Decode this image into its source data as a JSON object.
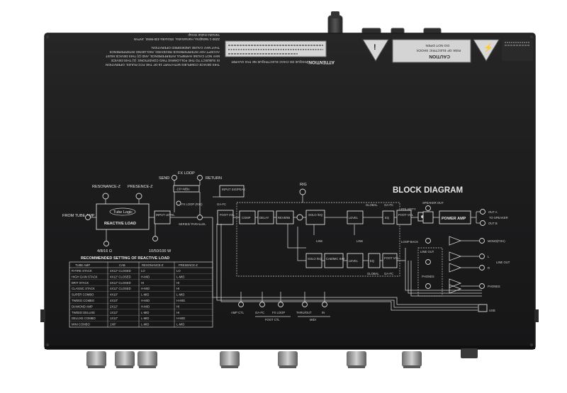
{
  "title": "BLOCK DIAGRAM",
  "attention": "ATTENTION:",
  "attention_text": "RISQUE DE CHOC ELECTRIQUE NE PAS OUVRIR",
  "caution": {
    "title": "CAUTION",
    "line1": "RISK OF ELECTRIC SHOCK",
    "line2": "DO NOT OPEN"
  },
  "fcc_text": [
    "THIS DEVICE COMPLIES WITH PART 15 OF THE FCC RULES. OPERATION",
    "IS SUBJECT TO THE FOLLOWING TWO CONDITIONS: (1) THIS DEVICE",
    "MAY NOT CAUSE HARMFUL INTERFERENCE, AND (2) THIS DEVICE MUST",
    "ACCEPT ANY INTERFERENCE RECEIVED, INCLUDING INTERFERENCE",
    "THAT MAY CAUSE UNDESIRED OPERATION."
  ],
  "address_text": [
    "2200-1 Nakajima, Hamamatsu, Shizuoka 430-8650, JAPAN",
    "Yamaha Guitar Group"
  ],
  "labels": {
    "resonance_z": "RESONANCE-Z",
    "presence_z": "PRESENCE-Z",
    "from_tube_amp": "FROM TUBE AMP",
    "tube_logic": "Tube Logic",
    "reactive_load": "REACTIVE LOAD",
    "ohms": "4/8/16 Ω",
    "input_level": "INPUT LEVEL",
    "send": "SEND",
    "fx_loop": "FX LOOP",
    "return": "RETURN",
    "db": "-10/+4dBu",
    "fx_loop_rig": "FX LOOP (RIG)",
    "series_parallel": "SERIES/ PARALLEL",
    "watts": "10/50/100 W",
    "input_sig_peak": "INPUT SIG/PEAK",
    "ga_fc": "GA-FC",
    "foot_vol": "FOOT VOL",
    "rig": "RIG",
    "comp": "COMP",
    "delay": "DELAY",
    "reverb": "REVERB",
    "solo_eq": "SOLO /EQ",
    "cab_mic_sim": "CAB/MIC SIM",
    "level": "LEVEL",
    "link": "LINK",
    "global": "GLOBAL",
    "eq": "EQ",
    "polarity": "POLARITY",
    "speaker_out": "SPEAKER OUT",
    "power_amp": "POWER AMP",
    "out_a": "OUT A",
    "out_b": "OUT B",
    "to_speaker": "TO SPEAKER",
    "loop_back": "LOOP BACK",
    "line_out": "LINE OUT",
    "mono": "MONO(FOH)",
    "l": "L",
    "r": "R",
    "phones": "PHONES",
    "usb": "USB",
    "amp_ctl": "AMP CTL",
    "fx_loop_ctl": "FX LOOP",
    "thru_out": "THRU/OUT",
    "in": "IN",
    "foot_ctl": "FOOT CTL",
    "midi": "MIDI"
  },
  "table": {
    "title": "RECOMMENDED SETTING OF REACTIVE LOAD",
    "headers": [
      "TUBE AMP",
      "CAB",
      "RESONANCE-Z",
      "PRESENCE-Z"
    ],
    "rows": [
      [
        "R-FIRE STACK",
        "4X12\" CLOSED",
        "LO",
        "LO"
      ],
      [
        "HIGH GAIN STACK",
        "4X12\" CLOSED",
        "H-MID",
        "L-MID"
      ],
      [
        "BRIT STACK",
        "4X12\" CLOSED",
        "HI",
        "HI"
      ],
      [
        "CLASSIC STACK",
        "4X12\" CLOSED",
        "H-MID",
        "HI"
      ],
      [
        "SUPER COMBO",
        "4X10\"",
        "L-MID",
        "L-MID"
      ],
      [
        "TWEED COMBO",
        "4X10\"",
        "H-MID",
        "H-MID"
      ],
      [
        "DIAMOND AMP",
        "2X12\"",
        "H-MID",
        "HI"
      ],
      [
        "TWEED DELUXE",
        "1X12\"",
        "L-MID",
        "HI"
      ],
      [
        "DELUXE COMBO",
        "1X12\"",
        "L-MID",
        "H-MID"
      ],
      [
        "MINI COMBO",
        "1X8\"",
        "L-MID",
        "L-MID"
      ]
    ]
  },
  "colors": {
    "panel": "#1b1b1c",
    "print": "#e6e6e6",
    "background": "#ffffff"
  }
}
